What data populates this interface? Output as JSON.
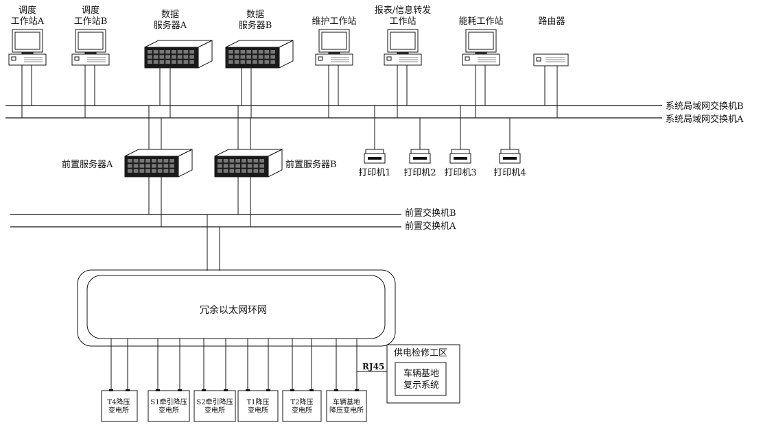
{
  "workstations": [
    {
      "id": "dispatch-a",
      "line1": "调度",
      "line2": "工作站A"
    },
    {
      "id": "dispatch-b",
      "line1": "调度",
      "line2": "工作站B"
    },
    {
      "id": "maint",
      "line1": "维护工作站",
      "line2": ""
    },
    {
      "id": "report",
      "line1": "报表/信息转发",
      "line2": "工作站"
    },
    {
      "id": "energy",
      "line1": "能耗工作站",
      "line2": ""
    }
  ],
  "data_servers": [
    {
      "id": "data-server-a",
      "line1": "数据",
      "line2": "服务器A"
    },
    {
      "id": "data-server-b",
      "line1": "数据",
      "line2": "服务器B"
    }
  ],
  "router": {
    "label": "路由器"
  },
  "lan_switch_b": "系统局域网交换机B",
  "lan_switch_a": "系统局域网交换机A",
  "frontend_servers": [
    {
      "id": "fe-a",
      "label": "前置服务器A"
    },
    {
      "id": "fe-b",
      "label": "前置服务器B"
    }
  ],
  "printers": [
    {
      "id": "p1",
      "label": "打印机1"
    },
    {
      "id": "p2",
      "label": "打印机2"
    },
    {
      "id": "p3",
      "label": "打印机3"
    },
    {
      "id": "p4",
      "label": "打印机4"
    }
  ],
  "fe_switch_b": "前置交换机B",
  "fe_switch_a": "前置交换机A",
  "ring": "冗余以太网环网",
  "substations": [
    {
      "id": "t4",
      "line1": "T4降压",
      "line2": "变电所"
    },
    {
      "id": "s1",
      "line1": "S1牵引降压",
      "line2": "变电所"
    },
    {
      "id": "s2",
      "line1": "S2牵引降压",
      "line2": "变电所"
    },
    {
      "id": "t1",
      "line1": "T1降压",
      "line2": "变电所"
    },
    {
      "id": "t2",
      "line1": "T2降压",
      "line2": "变电所"
    },
    {
      "id": "depot",
      "line1": "车辆基地",
      "line2": "降压变电所"
    }
  ],
  "workshop": {
    "title": "供电检修工区",
    "inner_line1": "车辆基地",
    "inner_line2": "复示系统",
    "link": "RJ45"
  }
}
